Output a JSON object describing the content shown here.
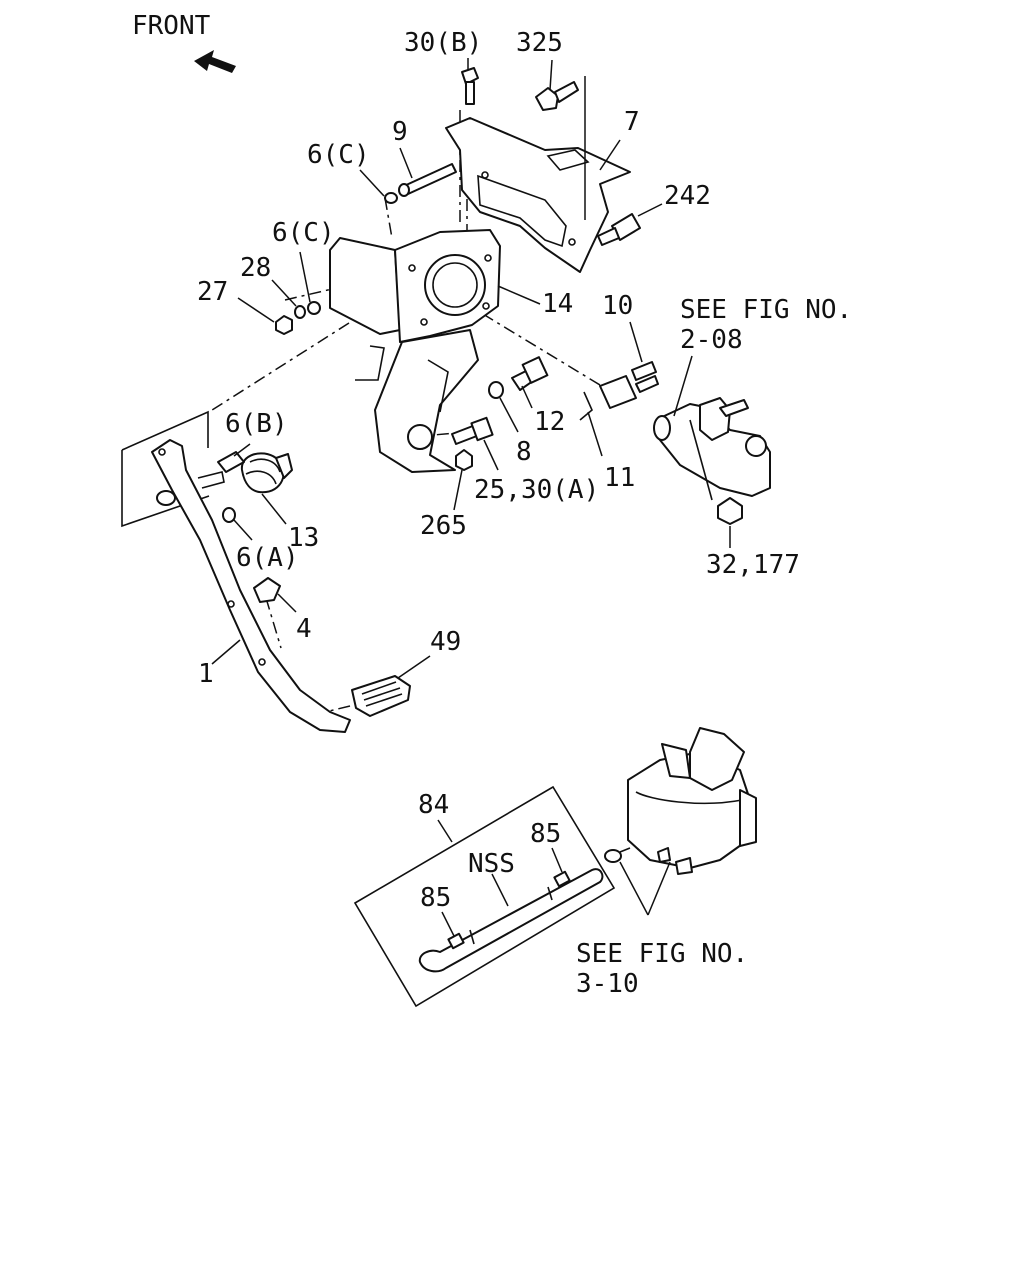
{
  "orientation": {
    "front_label": "FRONT",
    "arrow_icon": "front-arrow-icon"
  },
  "labels": {
    "p30b": "30(B)",
    "p325": "325",
    "p9": "9",
    "p7": "7",
    "p6c_upper": "6(C)",
    "p242": "242",
    "p6c_lower": "6(C)",
    "p28": "28",
    "p27": "27",
    "p14": "14",
    "p10": "10",
    "p6b": "6(B)",
    "p12": "12",
    "p8": "8",
    "p11": "11",
    "p25_30a": "25,30(A)",
    "p13": "13",
    "p6a": "6(A)",
    "p265": "265",
    "p32_177": "32,177",
    "p4": "4",
    "p49": "49",
    "p1": "1",
    "p84": "84",
    "p85_upper": "85",
    "pnss": "NSS",
    "p85_lower": "85"
  },
  "references": {
    "fig_2_08_line1": "SEE FIG NO.",
    "fig_2_08_line2": "2-08",
    "fig_3_10_line1": "SEE FIG NO.",
    "fig_3_10_line2": "3-10"
  }
}
